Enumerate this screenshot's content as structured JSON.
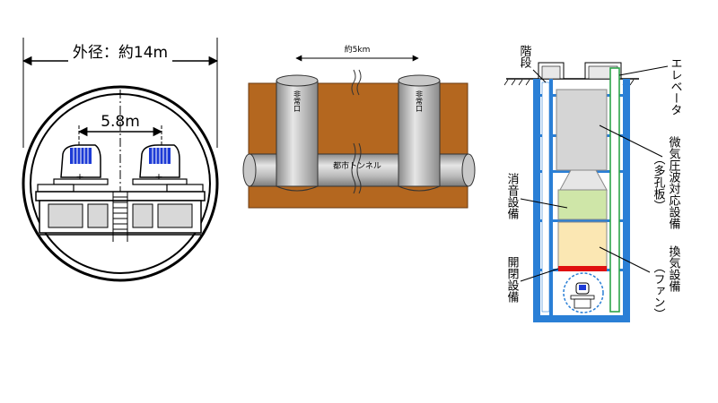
{
  "tunnel": {
    "outer_diameter_label": "外径：約14m",
    "track_spacing_label": "5.8m"
  },
  "section": {
    "distance_label": "約5km",
    "shaft_left_label": "非常口",
    "shaft_right_label": "非常口",
    "tunnel_label": "都市トンネル"
  },
  "shaft": {
    "stairs_label": "階段",
    "elevator_label": "エレベータ",
    "micro_pressure_label": "微気圧波対応設備",
    "micro_pressure_sub": "（多孔板）",
    "silencer_label": "消音設備",
    "ventilation_label": "換気設備",
    "ventilation_sub": "（ファン）",
    "damper_label": "開閉設備"
  },
  "colors": {
    "soil": "#b4671f",
    "concrete": "#9a9a9a",
    "shaft_frame": "#2a7fd6",
    "silencer": "#cfe6a8",
    "ventilation": "#fbe7b3",
    "damper": "#e01010",
    "train_blue": "#1d3bd6"
  }
}
